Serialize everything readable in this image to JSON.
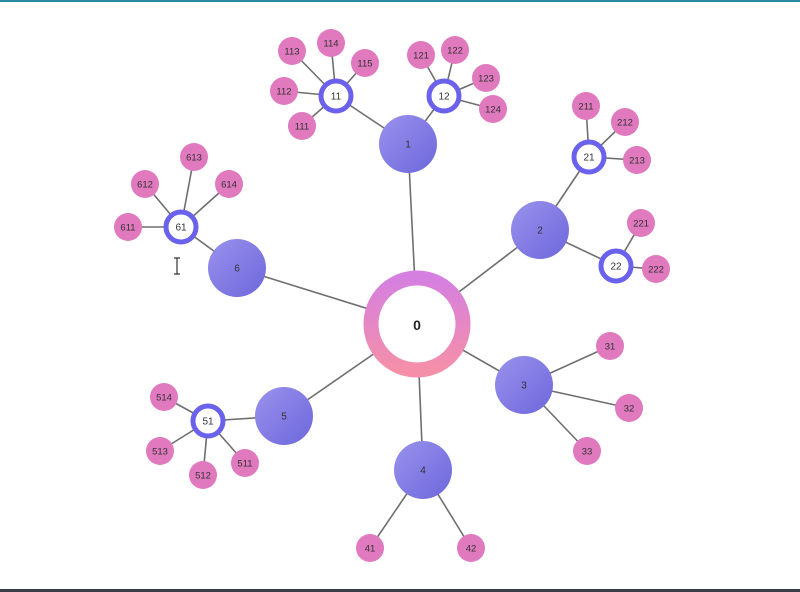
{
  "colors": {
    "leaf": "#e079be",
    "branch": "#7a74e0",
    "ring_stroke": "#6a62ec",
    "edge": "#6f6f6f",
    "root_gradient": [
      "#d57fe0",
      "#f58fa8"
    ]
  },
  "graph": {
    "root": {
      "id": "0",
      "label": "0"
    },
    "level1": [
      {
        "id": "1",
        "label": "1"
      },
      {
        "id": "2",
        "label": "2"
      },
      {
        "id": "3",
        "label": "3"
      },
      {
        "id": "4",
        "label": "4"
      },
      {
        "id": "5",
        "label": "5"
      },
      {
        "id": "6",
        "label": "6"
      }
    ],
    "level2_rings": [
      {
        "id": "11",
        "label": "11",
        "parent": "1"
      },
      {
        "id": "12",
        "label": "12",
        "parent": "1"
      },
      {
        "id": "21",
        "label": "21",
        "parent": "2"
      },
      {
        "id": "22",
        "label": "22",
        "parent": "2"
      },
      {
        "id": "51",
        "label": "51",
        "parent": "5"
      },
      {
        "id": "61",
        "label": "61",
        "parent": "6"
      }
    ],
    "leaves": [
      {
        "id": "111",
        "label": "111",
        "parent": "11"
      },
      {
        "id": "112",
        "label": "112",
        "parent": "11"
      },
      {
        "id": "113",
        "label": "113",
        "parent": "11"
      },
      {
        "id": "114",
        "label": "114",
        "parent": "11"
      },
      {
        "id": "115",
        "label": "115",
        "parent": "11"
      },
      {
        "id": "121",
        "label": "121",
        "parent": "12"
      },
      {
        "id": "122",
        "label": "122",
        "parent": "12"
      },
      {
        "id": "123",
        "label": "123",
        "parent": "12"
      },
      {
        "id": "124",
        "label": "124",
        "parent": "12"
      },
      {
        "id": "211",
        "label": "211",
        "parent": "21"
      },
      {
        "id": "212",
        "label": "212",
        "parent": "21"
      },
      {
        "id": "213",
        "label": "213",
        "parent": "21"
      },
      {
        "id": "221",
        "label": "221",
        "parent": "22"
      },
      {
        "id": "222",
        "label": "222",
        "parent": "22"
      },
      {
        "id": "31",
        "label": "31",
        "parent": "3"
      },
      {
        "id": "32",
        "label": "32",
        "parent": "3"
      },
      {
        "id": "33",
        "label": "33",
        "parent": "3"
      },
      {
        "id": "41",
        "label": "41",
        "parent": "4"
      },
      {
        "id": "42",
        "label": "42",
        "parent": "4"
      },
      {
        "id": "511",
        "label": "511",
        "parent": "51"
      },
      {
        "id": "512",
        "label": "512",
        "parent": "51"
      },
      {
        "id": "513",
        "label": "513",
        "parent": "51"
      },
      {
        "id": "514",
        "label": "514",
        "parent": "51"
      },
      {
        "id": "611",
        "label": "611",
        "parent": "61"
      },
      {
        "id": "612",
        "label": "612",
        "parent": "61"
      },
      {
        "id": "613",
        "label": "613",
        "parent": "61"
      },
      {
        "id": "614",
        "label": "614",
        "parent": "61"
      }
    ]
  }
}
